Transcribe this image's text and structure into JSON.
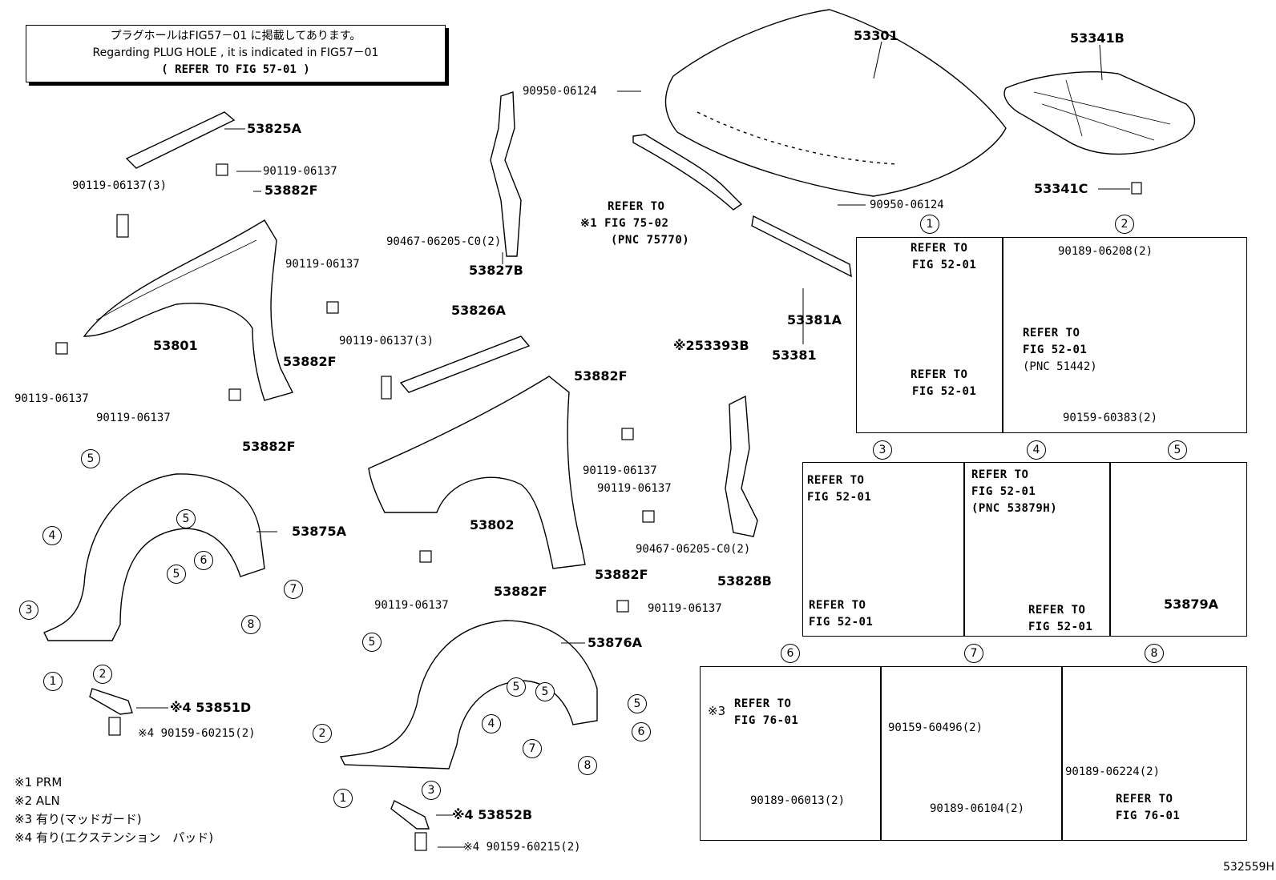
{
  "note": {
    "jp": "プラグホールはFIG57－01 に掲載してあります。",
    "en": "Regarding PLUG HOLE , it is indicated in FIG57－01",
    "ref": "(  REFER TO FIG 57-01 )"
  },
  "labels": {
    "p53301": "53301",
    "p53341B": "53341B",
    "p53341C": "53341C",
    "p90950a": "90950-06124",
    "p90950b": "90950-06124",
    "p53825A": "53825A",
    "p90119_top": "90119-06137",
    "p90119_3a": "90119-06137(3)",
    "p53882F_a": "53882F",
    "p90119_mid": "90119-06137",
    "p53801": "53801",
    "p53882F_b": "53882F",
    "p90119_left": "90119-06137",
    "p90119_low": "90119-06137",
    "p53882F_c": "53882F",
    "p90467a": "90467-06205-C0(2)",
    "p53827B": "53827B",
    "p53826A": "53826A",
    "p90119_3b": "90119-06137(3)",
    "p53882F_d": "53882F",
    "p90119_r1": "90119-06137",
    "p90119_r2": "90119-06137",
    "p53802": "53802",
    "p53882F_e": "53882F",
    "p53882F_f": "53882F",
    "p90119_r3": "90119-06137",
    "p90119_r4": "90119-06137",
    "p90467b": "90467-06205-C0(2)",
    "p53828B": "53828B",
    "p53393B": "※253393B",
    "p53381A": "53381A",
    "p53381": "53381",
    "p53875A": "53875A",
    "p53876A": "53876A",
    "p53851D": "※4 53851D",
    "p90159a": "※4 90159-60215(2)",
    "p53852B": "※4 53852B",
    "p90159b": "※4 90159-60215(2)",
    "ref75_1": "REFER TO",
    "ref75_2": "※1 FIG 75-02",
    "ref75_3": "(PNC 75770)"
  },
  "boxes": {
    "b1": {
      "num": "1",
      "ref_top_1": "REFER TO",
      "ref_top_2": "FIG 52-01",
      "ref_bot_1": "REFER TO",
      "ref_bot_2": "FIG 52-01"
    },
    "b2": {
      "num": "2",
      "pn_top": "90189-06208(2)",
      "ref_1": "REFER TO",
      "ref_2": "FIG 52-01",
      "ref_3": "(PNC 51442)",
      "pn_bot": "90159-60383(2)"
    },
    "b3": {
      "num": "3",
      "ref_top_1": "REFER TO",
      "ref_top_2": "FIG 52-01",
      "ref_bot_1": "REFER TO",
      "ref_bot_2": "FIG 52-01"
    },
    "b4": {
      "num": "4",
      "ref_top_1": "REFER TO",
      "ref_top_2": "FIG 52-01",
      "ref_top_3": "(PNC 53879H)",
      "ref_bot_1": "REFER TO",
      "ref_bot_2": "FIG 52-01"
    },
    "b5": {
      "num": "5",
      "pn": "53879A"
    },
    "b6": {
      "num": "6",
      "mark": "※3",
      "ref_1": "REFER TO",
      "ref_2": "FIG 76-01",
      "pn": "90189-06013(2)"
    },
    "b7": {
      "num": "7",
      "pn_top": "90159-60496(2)",
      "pn_bot": "90189-06104(2)"
    },
    "b8": {
      "num": "8",
      "pn": "90189-06224(2)",
      "ref_1": "REFER TO",
      "ref_2": "FIG 76-01"
    }
  },
  "callouts": [
    "1",
    "2",
    "3",
    "4",
    "5",
    "6",
    "7",
    "8"
  ],
  "footnotes": [
    "※1 PRM",
    "※2 ALN",
    "※3 有り(マッドガード)",
    "※4 有り(エクステンション　パッド)"
  ],
  "code": "532559H"
}
